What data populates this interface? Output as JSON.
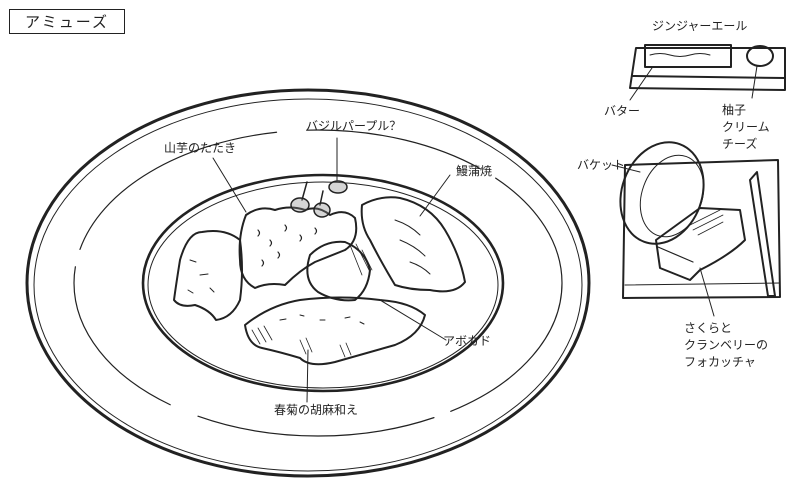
{
  "title": "アミューズ",
  "plate_labels": {
    "yamaimo": "山芋のたたき",
    "basil": "バジルパープル？",
    "unagi": "鰻蒲焼",
    "avocado": "アボカド",
    "shungiku": "春菊の胡麻和え"
  },
  "side_labels": {
    "ginger_ale": "ジンジャーエール",
    "butter": "バター",
    "yuzu_cream_cheese": [
      "柚子",
      "クリーム",
      "チーズ"
    ],
    "baguette": "バケット",
    "focaccia": [
      "さくらと",
      "クランベリーの",
      "フォカッチャ"
    ]
  },
  "colors": {
    "ink": "#222222",
    "background": "#ffffff"
  }
}
